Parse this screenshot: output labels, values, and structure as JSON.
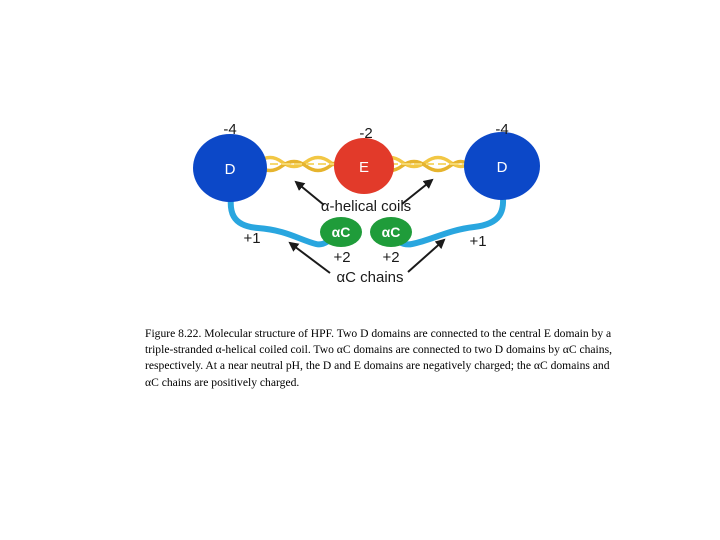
{
  "diagram": {
    "charges": {
      "left_d": "-4",
      "e": "-2",
      "right_d": "-4",
      "left_chain": "+1",
      "right_chain": "+1",
      "left_ac": "+2",
      "right_ac": "+2"
    },
    "domains": {
      "left_d": "D",
      "e": "E",
      "right_d": "D",
      "left_ac": "αC",
      "right_ac": "αC"
    },
    "labels": {
      "helical_coils": "α-helical coils",
      "ac_chains": "αC chains"
    },
    "colors": {
      "d_domain": "#0c48c8",
      "e_domain": "#e23a2a",
      "ac_domain": "#1f9c3a",
      "chain": "#29a6df",
      "coil": "#f2c744",
      "arrow": "#1a1a1a"
    }
  },
  "caption": "Figure 8.22. Molecular structure of HPF. Two D domains are connected to the central E domain by a triple-stranded α-helical coiled coil. Two αC domains are connected to two D domains by αC chains, respectively. At a near neutral pH, the D and E domains are negatively charged; the αC domains and αC chains are positively charged."
}
